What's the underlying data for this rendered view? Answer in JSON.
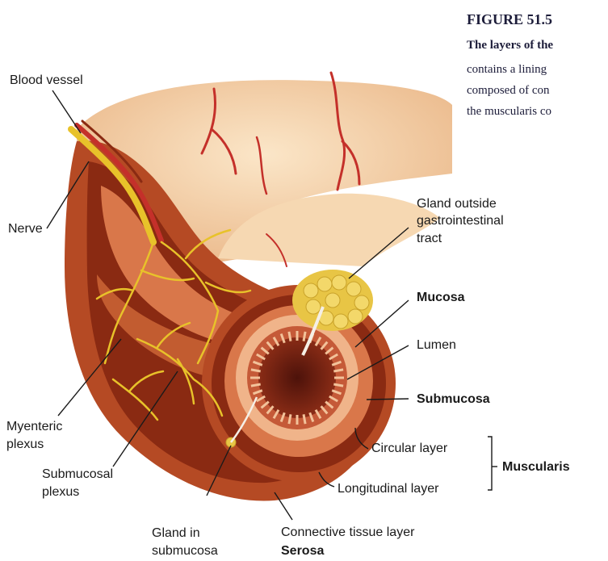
{
  "caption": {
    "figure": "FIGURE 51.5",
    "lead": "The layers of the",
    "lines": [
      "contains  a lining",
      "composed  of con",
      "the muscularis co"
    ]
  },
  "labels": {
    "blood_vessel": "Blood vessel",
    "nerve": "Nerve",
    "gland_outside": [
      "Gland outside",
      "gastrointestinal",
      "tract"
    ],
    "mucosa": "Mucosa",
    "lumen": "Lumen",
    "submucosa": "Submucosa",
    "circular_layer": "Circular layer",
    "longitudinal_layer": "Longitudinal layer",
    "muscularis": "Muscularis",
    "myenteric_plexus": [
      "Myenteric",
      "plexus"
    ],
    "submucosal_plexus": [
      "Submucosal",
      "plexus"
    ],
    "gland_in_submucosa": [
      "Gland in",
      "submucosa"
    ],
    "connective_tissue_layer": "Connective tissue layer",
    "serosa": "Serosa"
  },
  "colors": {
    "outer_tissue": "#f2c79a",
    "muscle_dark": "#8a2a12",
    "muscle_mid": "#b54a24",
    "submucosa": "#d9774a",
    "lumen": "#6b1d10",
    "nerve": "#e8c22a",
    "vessel": "#c4302a",
    "gland": "#e8c545"
  }
}
